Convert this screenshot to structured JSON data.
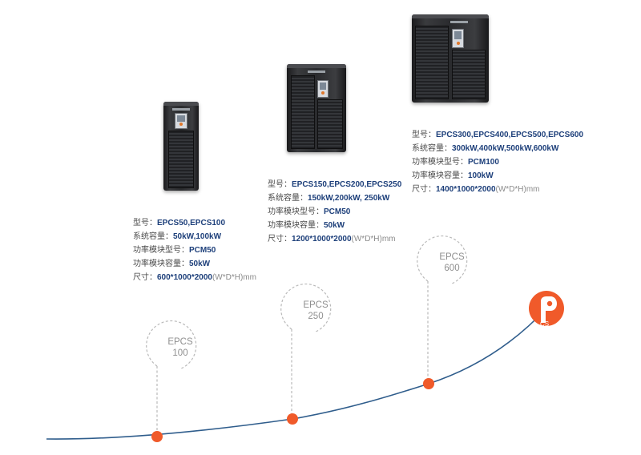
{
  "cabinets": [
    {
      "name": "EPCS100 cabinet"
    },
    {
      "name": "EPCS250 cabinet"
    },
    {
      "name": "EPCS600 cabinet"
    }
  ],
  "specs": [
    {
      "model_label": "型号：",
      "model_value": "EPCS50,EPCS100",
      "capacity_label": "系统容量：",
      "capacity_value": "50kW,100kW",
      "module_model_label": "功率模块型号：",
      "module_model_value": "PCM50",
      "module_capacity_label": "功率模块容量：",
      "module_capacity_value": "50kW",
      "size_label": "尺寸：",
      "size_value": "600*1000*2000",
      "size_unit": "(W*D*H)mm"
    },
    {
      "model_label": "型号：",
      "model_value": "EPCS150,EPCS200,EPCS250",
      "capacity_label": "系统容量：",
      "capacity_value": "150kW,200kW, 250kW",
      "module_model_label": "功率模块型号：",
      "module_model_value": "PCM50",
      "module_capacity_label": "功率模块容量：",
      "module_capacity_value": "50kW",
      "size_label": "尺寸：",
      "size_value": "1200*1000*2000",
      "size_unit": "(W*D*H)mm"
    },
    {
      "model_label": "型号：",
      "model_value": "EPCS300,EPCS400,EPCS500,EPCS600",
      "capacity_label": "系统容量：",
      "capacity_value": "300kW,400kW,500kW,600kW",
      "module_model_label": "功率模块型号：",
      "module_model_value": "PCM100",
      "module_capacity_label": "功率模块容量：",
      "module_capacity_value": "100kW",
      "size_label": "尺寸：",
      "size_value": "1400*1000*2000",
      "size_unit": "(W*D*H)mm"
    }
  ],
  "milestones": [
    {
      "line1": "EPCS",
      "line2": "100"
    },
    {
      "line1": "EPCS",
      "line2": "250"
    },
    {
      "line1": "EPCS",
      "line2": "600"
    }
  ],
  "end_logo": {
    "text": "CS"
  },
  "colors": {
    "accent": "#f05a2a",
    "curve": "#2f5d8c",
    "bubble": "#b9b9b9",
    "value_text": "#1d3f7a"
  }
}
